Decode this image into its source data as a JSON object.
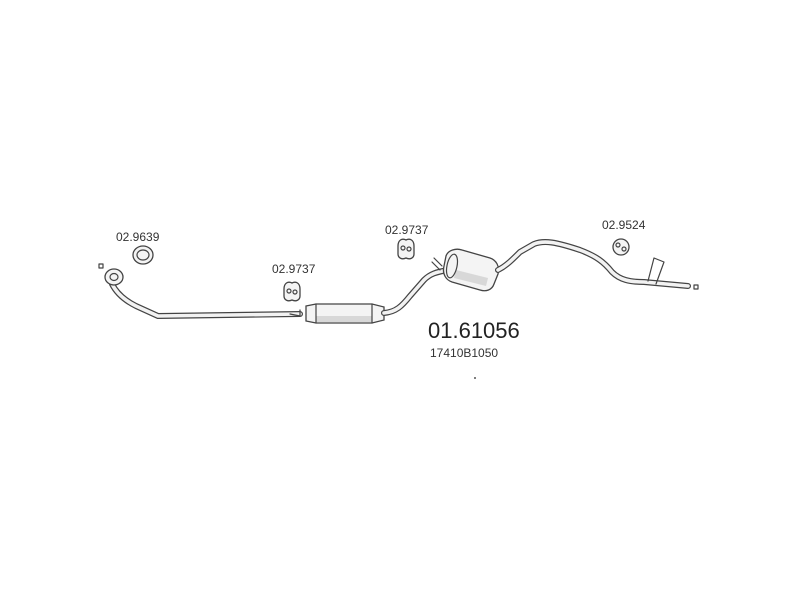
{
  "diagram": {
    "main_part_number": "01.61056",
    "oem_number": "17410B1050",
    "parts": [
      {
        "id": "gasket",
        "code": "02.9639",
        "component": "ring-gasket"
      },
      {
        "id": "hanger-front",
        "code": "02.9737",
        "component": "rubber-hanger"
      },
      {
        "id": "hanger-middle",
        "code": "02.9737",
        "component": "rubber-hanger"
      },
      {
        "id": "hanger-rear",
        "code": "02.9524",
        "component": "rubber-hanger-round"
      }
    ],
    "colors": {
      "line": "#444444",
      "fill": "#f4f4f4",
      "background": "#ffffff"
    }
  }
}
